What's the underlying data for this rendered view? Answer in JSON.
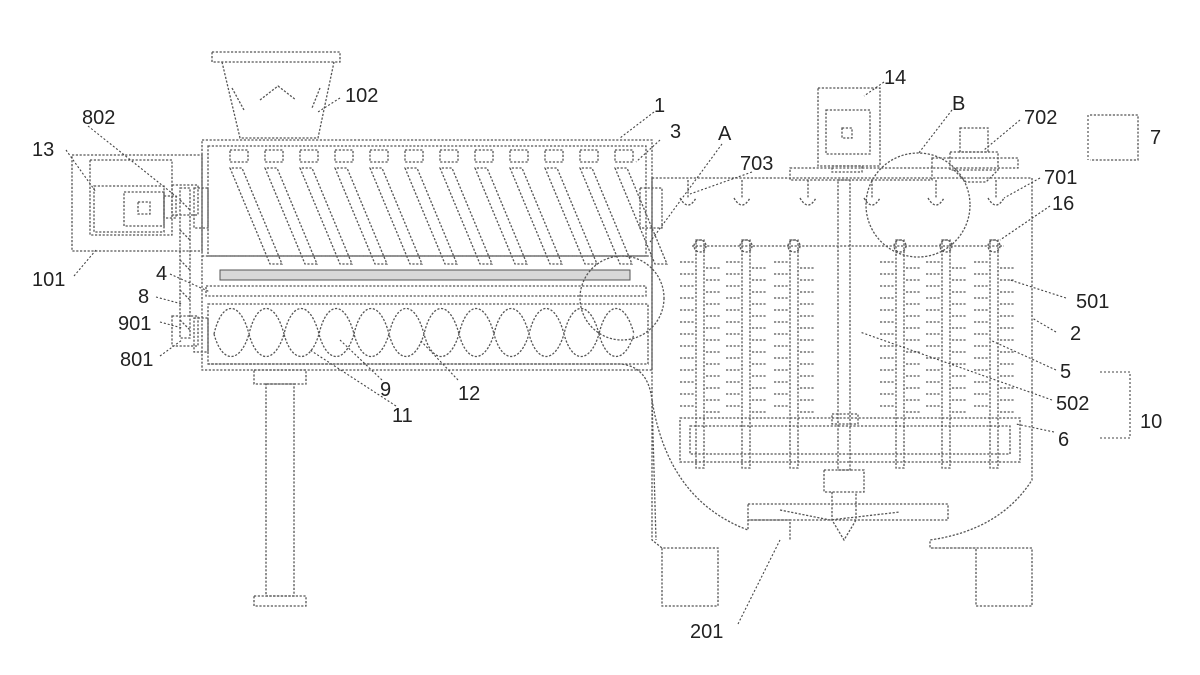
{
  "figure": {
    "labels": {
      "l1": "1",
      "l102": "102",
      "l802": "802",
      "l13": "13",
      "l101": "101",
      "l4": "4",
      "l8": "8",
      "l901": "901",
      "l801": "801",
      "l9": "9",
      "l11": "11",
      "l12": "12",
      "l3": "3",
      "lA": "A",
      "l703": "703",
      "l14": "14",
      "lB": "B",
      "l702": "702",
      "l7": "7",
      "l701": "701",
      "l16": "16",
      "l501": "501",
      "l2": "2",
      "l5": "5",
      "l502": "502",
      "l10": "10",
      "l6": "6",
      "l201": "201"
    }
  }
}
